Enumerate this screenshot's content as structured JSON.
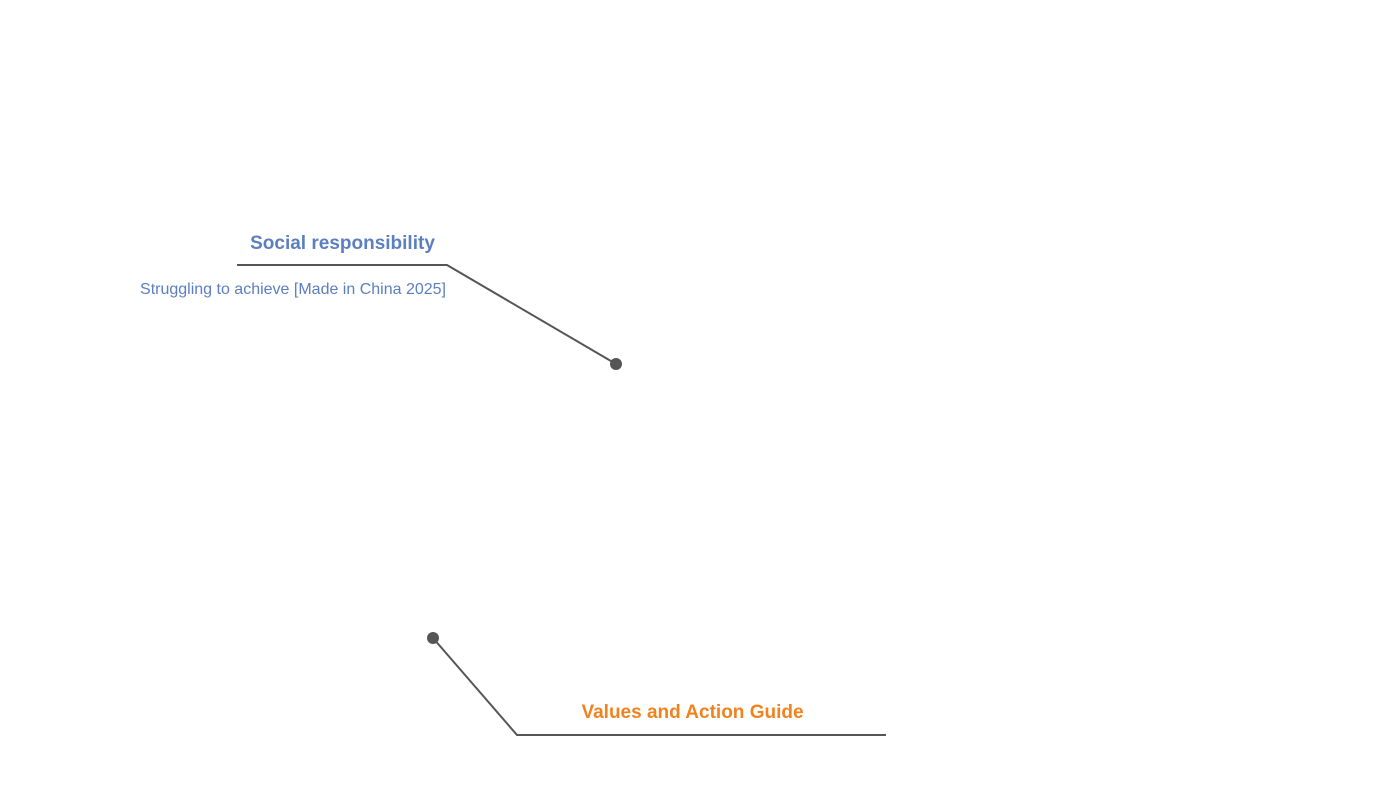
{
  "colors": {
    "blue": "#5b7fc0",
    "orange": "#f0831e",
    "connector": "#555555"
  },
  "callouts": {
    "social": {
      "title": "Social responsibility",
      "subtitle": "Struggling to achieve [Made in China 2025]"
    },
    "values": {
      "title": "Values and Action Guide"
    }
  }
}
